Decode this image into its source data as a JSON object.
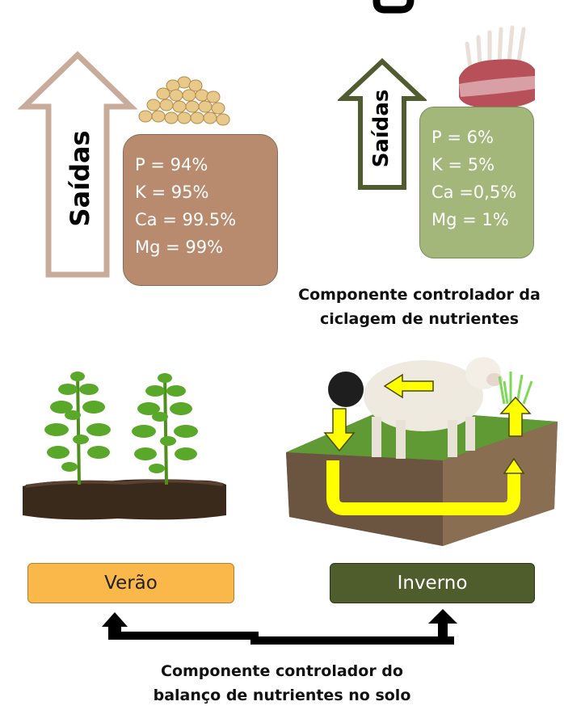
{
  "left_output": {
    "arrow_label": "Saídas",
    "product_icon": "soybean-grains-icon",
    "values": [
      "P = 94%",
      "K = 95%",
      "Ca = 99.5%",
      "Mg = 99%"
    ],
    "color": "#b88b6e",
    "arrow_color": "#c8ab98"
  },
  "right_output": {
    "arrow_label": "Saídas",
    "product_icon": "lamb-rack-meat-icon",
    "values": [
      "P = 6%",
      "K = 5%",
      "Ca =0,5%",
      "Mg = 1%"
    ],
    "color": "#a3b77a",
    "arrow_color": "#505c30"
  },
  "cycling_caption": [
    "Componente controlador da",
    "ciclagem de nutrientes"
  ],
  "balance_caption": [
    "Componente controlador do",
    "balanço de nutrientes no solo"
  ],
  "seasons": {
    "summer": {
      "label": "Verão",
      "color": "#fbb84a"
    },
    "winter": {
      "label": "Inverno",
      "color": "#4f5c2c"
    }
  },
  "cycle_arrow_color": "#ffff00"
}
